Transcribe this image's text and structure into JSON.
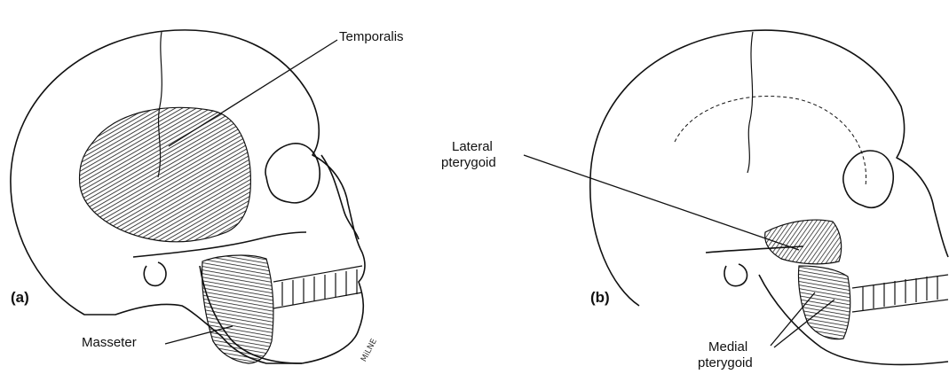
{
  "panel_a": {
    "panel_label": "(a)",
    "labels": {
      "temporalis": "Temporalis",
      "masseter": "Masseter"
    },
    "artist_signature": "MiLNE"
  },
  "panel_b": {
    "panel_label": "(b)",
    "labels": {
      "lateral_pterygoid_line1": "Lateral",
      "lateral_pterygoid_line2": "pterygoid",
      "medial_pterygoid_line1": "Medial",
      "medial_pterygoid_line2": "pterygoid"
    }
  },
  "colors": {
    "ink": "#111111",
    "background": "#ffffff"
  }
}
